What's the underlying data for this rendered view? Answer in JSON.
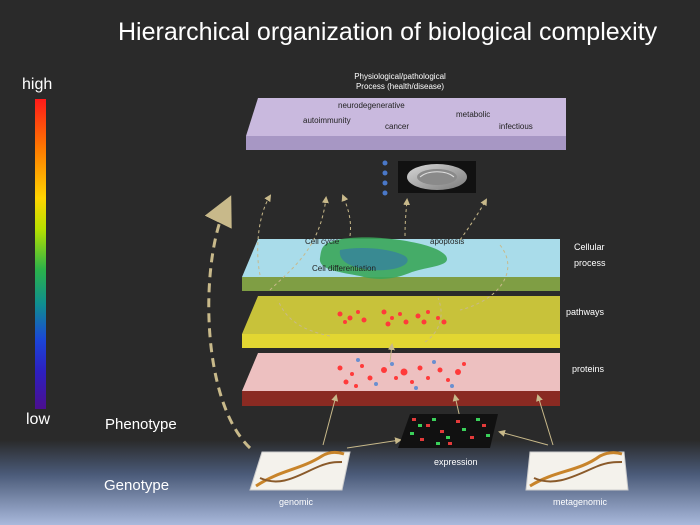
{
  "title": "Hierarchical organization of biological complexity",
  "scale": {
    "high": "high",
    "low": "low"
  },
  "side_labels": {
    "phenotype": "Phenotype",
    "genotype": "Genotype"
  },
  "physiological": {
    "title_line1": "Physiological/pathological",
    "title_line2": "Process (health/disease)",
    "items": [
      "neurodegenerative",
      "autoimmunity",
      "cancer",
      "metabolic",
      "infectious"
    ]
  },
  "cellular": {
    "label_line1": "Cellular",
    "label_line2": "process",
    "items": [
      "Cell cycle",
      "apoptosis",
      "Cell differentiation"
    ]
  },
  "levels": {
    "pathways": "pathways",
    "proteins": "proteins"
  },
  "genotype_sources": {
    "genomic": "genomic",
    "expression": "expression",
    "metagenomic": "metagenomic"
  },
  "colors": {
    "physiological_top": "#c9b9de",
    "cellular_top": "#a9dcea",
    "pathways_top": "#c8c23a",
    "proteins_top": "#edc0c0",
    "arrow": "#c8b98a"
  }
}
